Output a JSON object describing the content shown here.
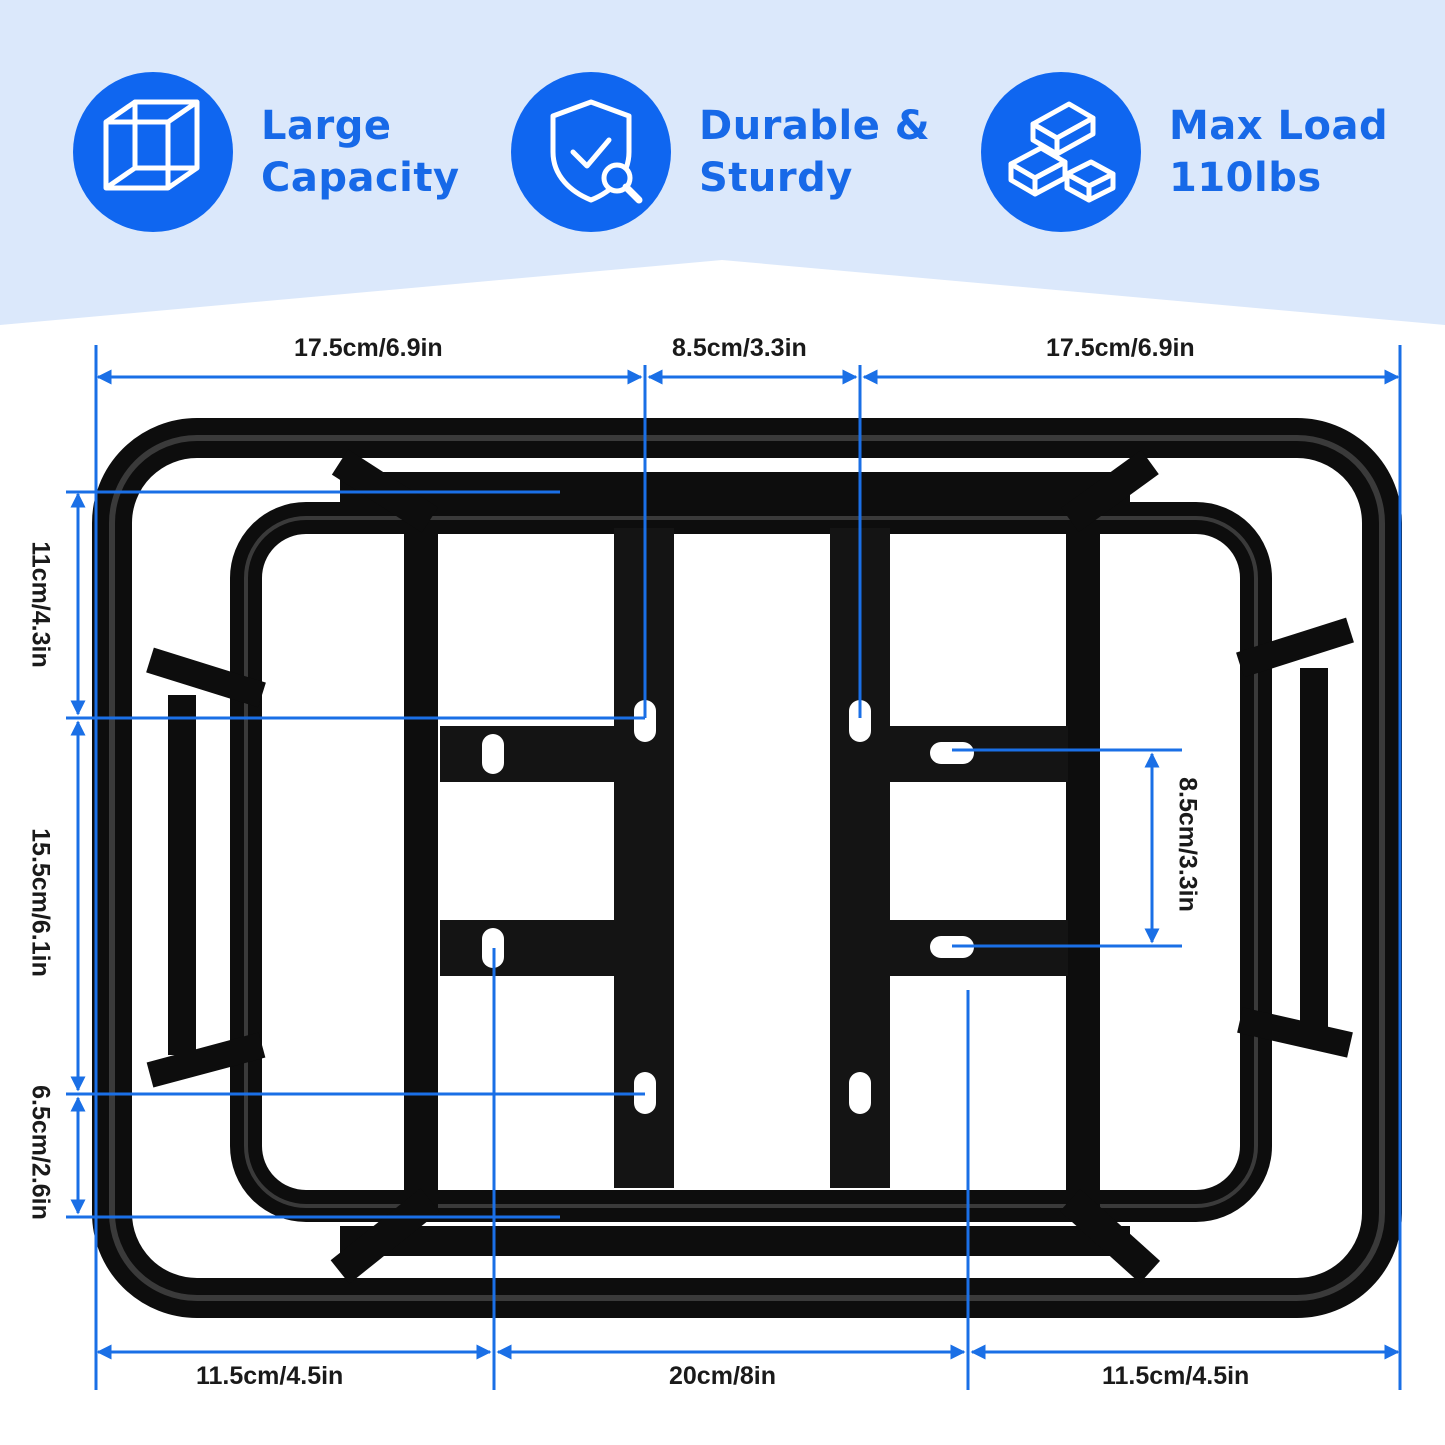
{
  "features": [
    {
      "icon": "cube-icon",
      "line1": "Large",
      "line2": "Capacity"
    },
    {
      "icon": "shield-check-icon",
      "line1": "Durable &",
      "line2": "Sturdy"
    },
    {
      "icon": "gold-bars-icon",
      "line1": "Max Load",
      "line2": "110lbs"
    }
  ],
  "dimensions": {
    "top_left": "17.5cm/6.9in",
    "top_middle": "8.5cm/3.3in",
    "top_right": "17.5cm/6.9in",
    "left_top": "11cm/4.3in",
    "left_middle": "15.5cm/6.1in",
    "left_bottom": "6.5cm/2.6in",
    "right_slot": "8.5cm/3.3in",
    "bottom_left": "11.5cm/4.5in",
    "bottom_middle": "20cm/8in",
    "bottom_right": "11.5cm/4.5in"
  },
  "colors": {
    "accent": "#0f66f0",
    "header_bg": "#dbe8fb",
    "dimension_line": "#1a6fe6",
    "rack": "#0d0d0d"
  }
}
